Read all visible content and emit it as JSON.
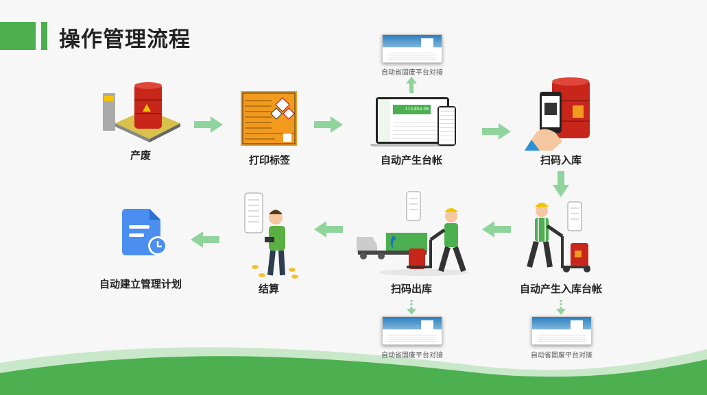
{
  "header": {
    "title": "操作管理流程",
    "accent": "#4caf50"
  },
  "steps": {
    "waste": "产废",
    "print_label": "打印标签",
    "auto_ledger": "自动产生台帐",
    "scan_in": "扫码入库",
    "auto_in_ledger": "自动产生入库台帐",
    "scan_out": "扫码出库",
    "settle": "结算",
    "auto_plan": "自动建立管理计划"
  },
  "platform_label": "自动省固废平台对接",
  "dashboard_amount": "113,804.09",
  "colors": {
    "arrow": "#8fd49b",
    "green": "#4caf50",
    "barrel": "#c8261b"
  }
}
